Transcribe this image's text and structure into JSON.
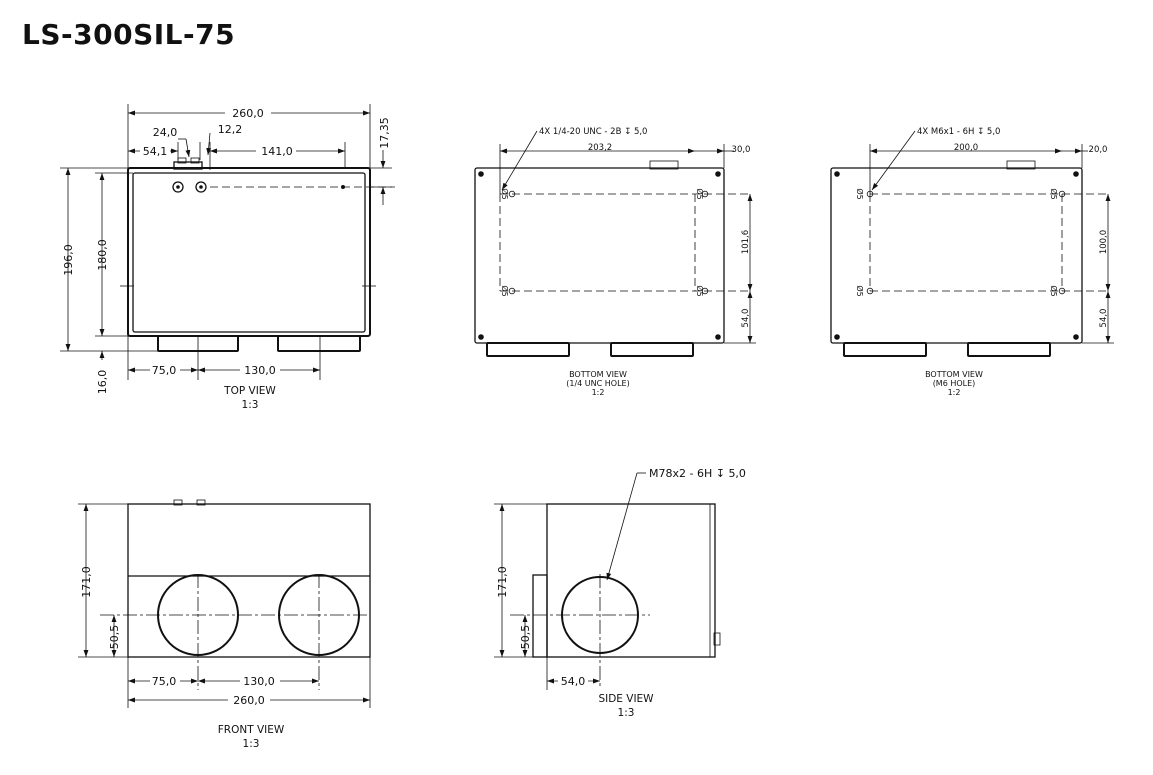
{
  "title": "LS-300SIL-75",
  "views": {
    "top": {
      "caption": "TOP VIEW",
      "scale": "1:3",
      "dims": {
        "width": "260,0",
        "conn1": "24,0",
        "conn2": "12,2",
        "left_offset": "54,1",
        "hole_spacing": "141,0",
        "top_offset": "17,35",
        "height_outer": "196,0",
        "height_inner": "180,0",
        "bottom_offset": "16,0",
        "lens1": "75,0",
        "lens_spacing": "130,0"
      }
    },
    "bottom_unc": {
      "caption": "BOTTOM VIEW",
      "subcaption": "(1/4 UNC HOLE)",
      "scale": "1:2",
      "note": "4X 1/4-20 UNC - 2B ↧ 5,0",
      "dims": {
        "spacing_x": "203,2",
        "edge_x": "30,0",
        "spacing_y": "101,6",
        "edge_y": "54,0",
        "hole_label": "Ø5"
      }
    },
    "bottom_m6": {
      "caption": "BOTTOM VIEW",
      "subcaption": "(M6 HOLE)",
      "scale": "1:2",
      "note": "4X M6x1 - 6H ↧ 5,0",
      "dims": {
        "spacing_x": "200,0",
        "edge_x": "20,0",
        "spacing_y": "100,0",
        "edge_y": "54,0",
        "hole_label": "Ø5"
      }
    },
    "front": {
      "caption": "FRONT VIEW",
      "scale": "1:3",
      "dims": {
        "height": "171,0",
        "axis_height": "50,5",
        "lens1": "75,0",
        "lens_spacing": "130,0",
        "width": "260,0"
      }
    },
    "side": {
      "caption": "SIDE VIEW",
      "scale": "1:3",
      "note": "M78x2 - 6H ↧ 5,0",
      "dims": {
        "height": "171,0",
        "axis_height": "50,5",
        "lens_offset": "54,0"
      }
    }
  }
}
